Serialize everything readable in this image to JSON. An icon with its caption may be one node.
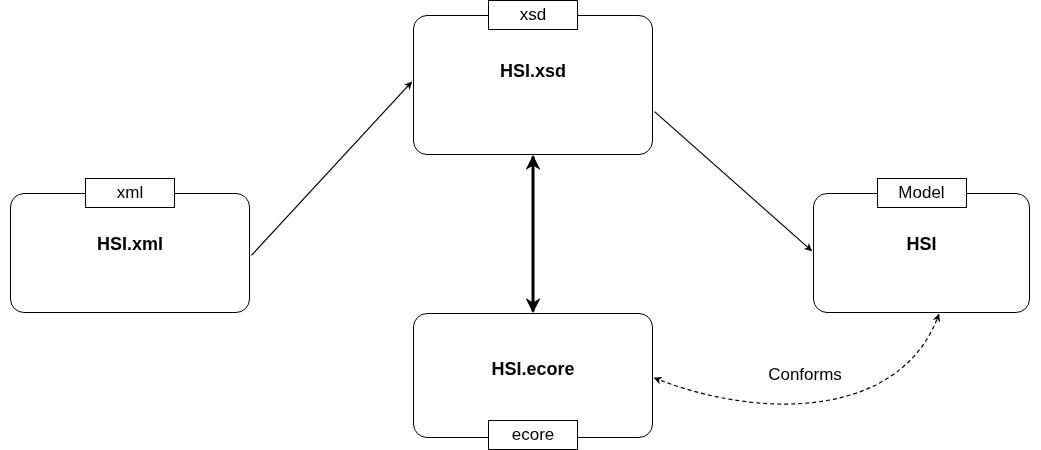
{
  "diagram": {
    "nodes": [
      {
        "text": [
          "xml",
          "HSI.xml"
        ]
      },
      {
        "text": [
          "xsd",
          "HSI.xsd"
        ]
      },
      {
        "text": [
          "Model",
          "HSI"
        ]
      },
      {
        "text": [
          "HSI.ecore",
          "ecore"
        ]
      }
    ],
    "edges": [
      {
        "from": 0,
        "to": 1,
        "arrow": "to"
      },
      {
        "from": 1,
        "to": 2,
        "arrow": "to"
      },
      {
        "from": 1,
        "to": 3,
        "arrow": "both",
        "style": "thick"
      },
      {
        "from": 3,
        "to": 2,
        "arrow": "both",
        "style": "dashed",
        "label": "Conforms"
      }
    ]
  }
}
